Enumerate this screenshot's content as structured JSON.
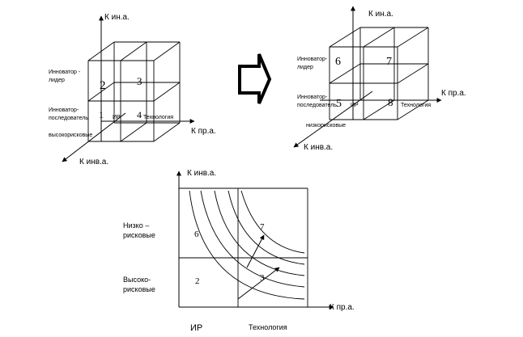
{
  "cube_left": {
    "axis_y": "К ин.а.",
    "axis_x": "К пр.а.",
    "axis_z": "К инв.а.",
    "row_top_line1": "Инноватор -",
    "row_top_line2": "лидер",
    "row_bottom_line1": "Инноватор-",
    "row_bottom_line2": "последователь",
    "depth_label": "высокорисковые",
    "col_left": "ИР",
    "col_right": "Технология",
    "cells": [
      "2",
      "3",
      "1",
      "4"
    ]
  },
  "cube_right": {
    "axis_y": "К ин.а.",
    "axis_x": "К пр.а.",
    "axis_z": "К инв.а.",
    "row_top_line1": "Инноватор-",
    "row_top_line2": "лидер",
    "row_bottom_line1": "Инноватор-",
    "row_bottom_line2": "последователь",
    "depth_label": "низкорисковые",
    "col_left": "ИР",
    "col_right": "Технология",
    "cells": [
      "6",
      "7",
      "5",
      "8"
    ]
  },
  "matrix": {
    "axis_y": "К инв.а.",
    "axis_x": "К пр.а.",
    "row_top_line1": "Низко –",
    "row_top_line2": "рисковые",
    "row_bottom_line1": "Высоко-",
    "row_bottom_line2": "рисковые",
    "col_left": "ИР",
    "col_right": "Технология",
    "cells": [
      "6",
      "7",
      "2",
      "3"
    ]
  }
}
